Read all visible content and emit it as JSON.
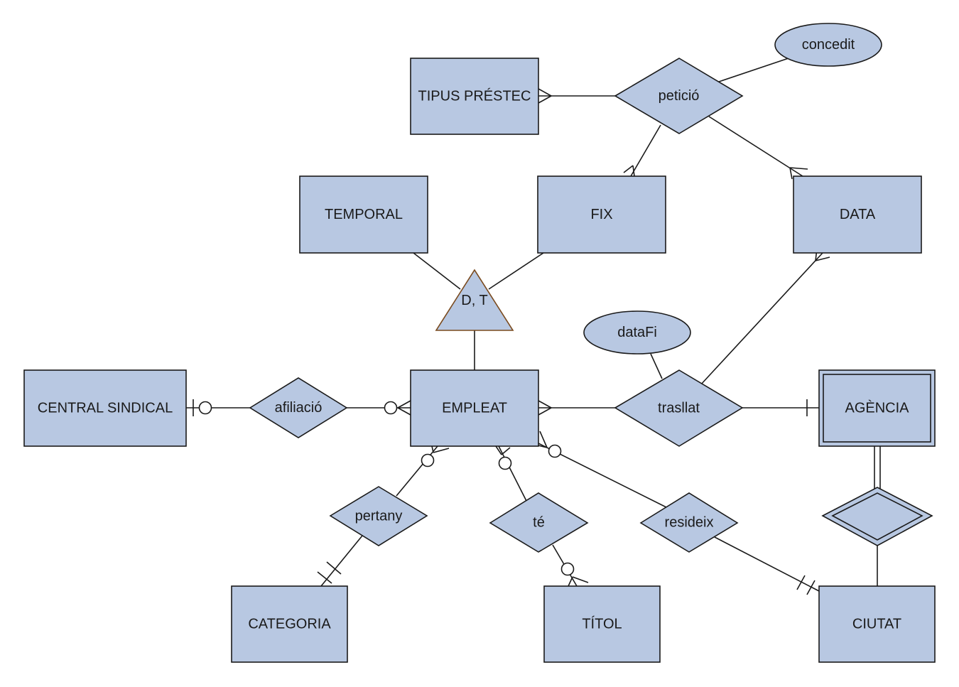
{
  "diagram": {
    "entities": {
      "tipus_prestec": "TIPUS PRÉSTEC",
      "temporal": "TEMPORAL",
      "fix": "FIX",
      "data": "DATA",
      "central_sindical": "CENTRAL SINDICAL",
      "empleat": "EMPLEAT",
      "agencia": "AGÈNCIA",
      "categoria": "CATEGORIA",
      "titol": "TÍTOL",
      "ciutat": "CIUTAT"
    },
    "relationships": {
      "peticio": "petició",
      "afiliacio": "afiliació",
      "trasllat": "trasllat",
      "pertany": "pertany",
      "te": "té",
      "resideix": "resideix",
      "agencia_ciutat": ""
    },
    "attributes": {
      "concedit": "concedit",
      "datafi": "dataFi"
    },
    "specialization": "D, T",
    "colors": {
      "fill": "#b8c8e2",
      "stroke": "#1a1a1a",
      "specialization_stroke": "#7a4a1e"
    }
  }
}
